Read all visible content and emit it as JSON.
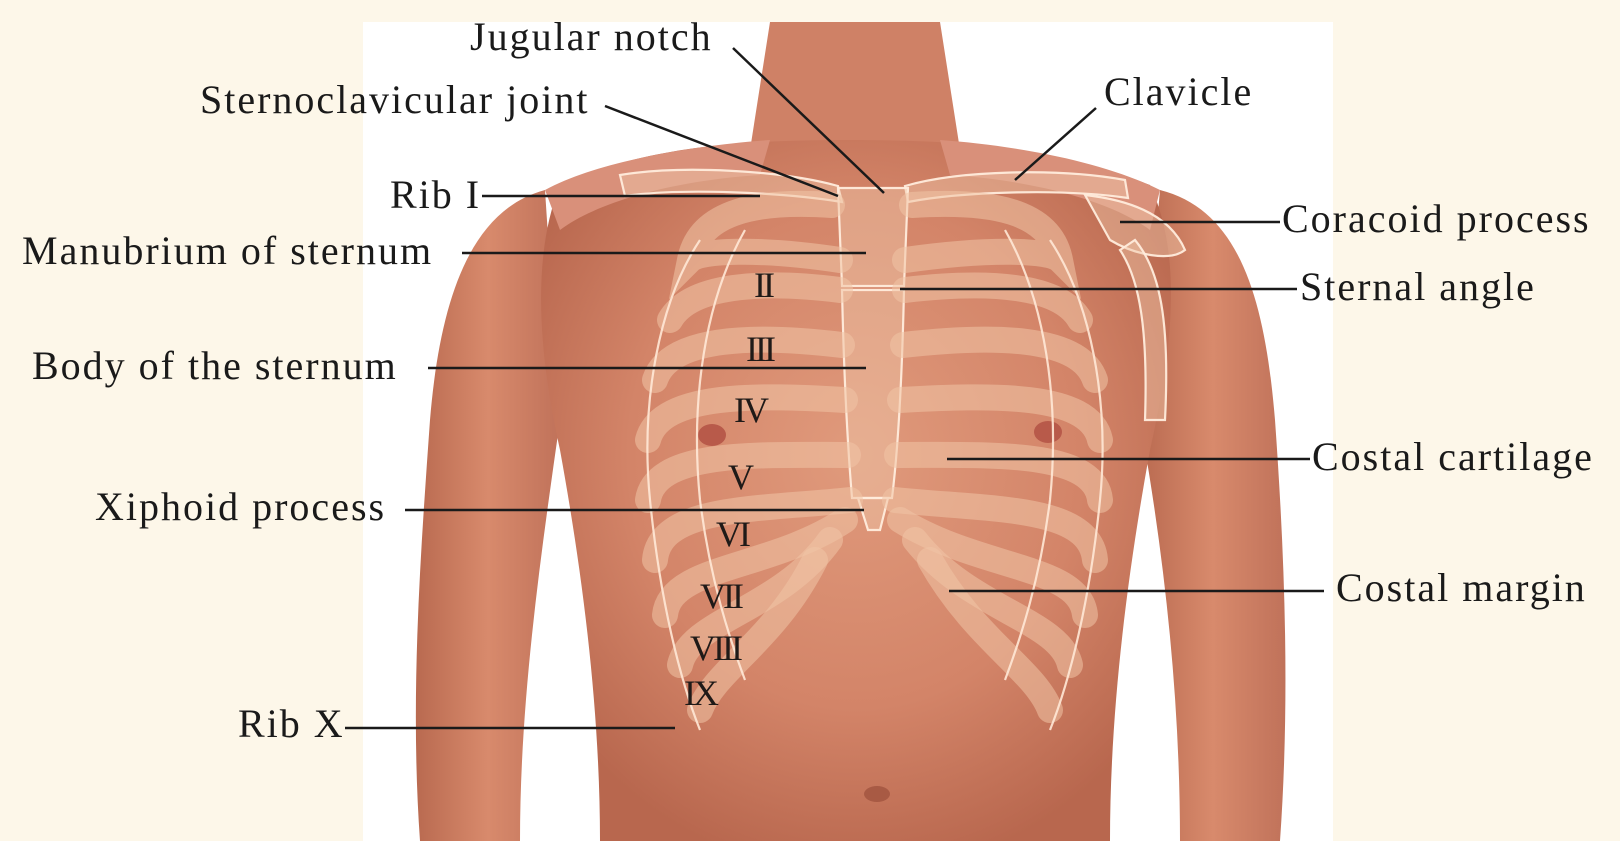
{
  "labels": {
    "jugular_notch": "Jugular notch",
    "sternoclavicular_joint": "Sternoclavicular joint",
    "clavicle": "Clavicle",
    "rib_i": "Rib I",
    "coracoid_process": "Coracoid process",
    "manubrium_of_sternum": "Manubrium of sternum",
    "sternal_angle": "Sternal angle",
    "body_of_the_sternum": "Body of the sternum",
    "costal_cartilage": "Costal cartilage",
    "xiphoid_process": "Xiphoid process",
    "costal_margin": "Costal margin",
    "rib_x": "Rib X"
  },
  "rib_numbers": [
    "II",
    "III",
    "IV",
    "V",
    "VI",
    "VII",
    "VIII",
    "IX"
  ],
  "colors": {
    "background": "#fdf7e9",
    "photo_panel": "#ffffff",
    "skin": "#d9876a",
    "bone_outline": "#fff0e4",
    "leader_line": "#1a1a1a"
  }
}
